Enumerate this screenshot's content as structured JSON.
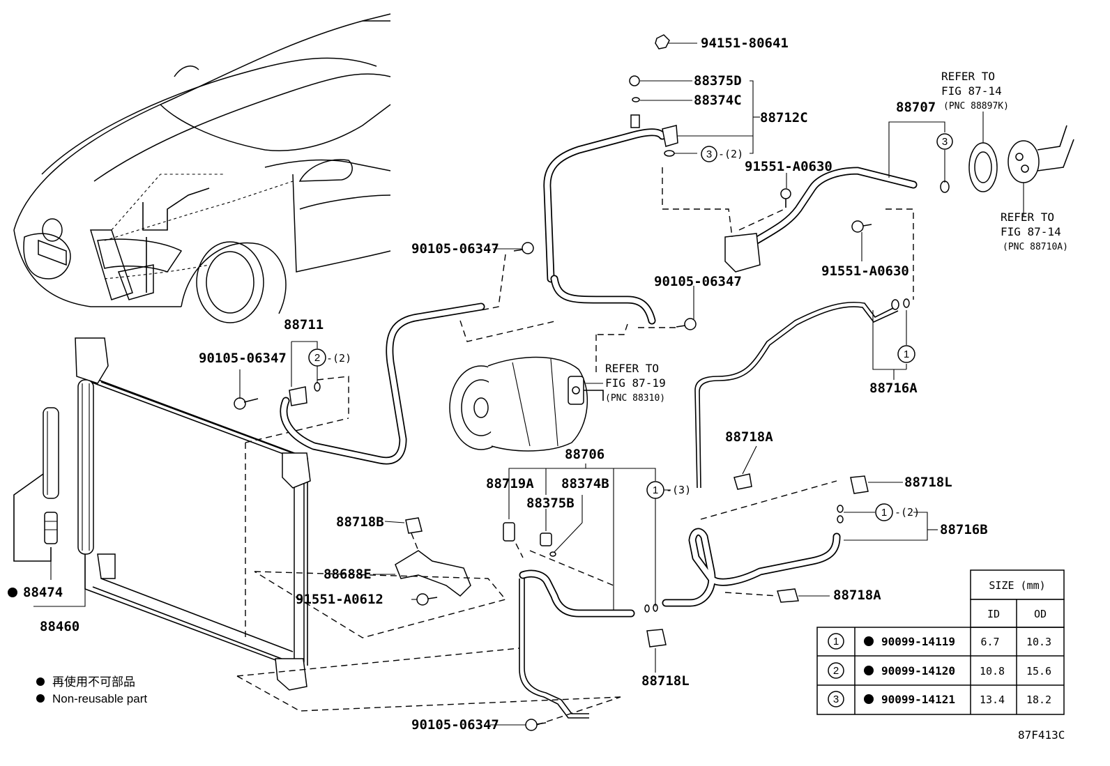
{
  "figure_code": "87F413C",
  "legend": {
    "marker": "●",
    "japanese": "再使用不可部品",
    "english": "Non-reusable part"
  },
  "callouts": {
    "p94151": "94151-80641",
    "p88375D": "88375D",
    "p88374C": "88374C",
    "p88712C": "88712C",
    "c3_count": "-(2)",
    "p91551_A0630_a": "91551-A0630",
    "p88707": "88707",
    "p91551_A0630_b": "91551-A0630",
    "p90105_a": "90105-06347",
    "p90105_b": "90105-06347",
    "p88711": "88711",
    "p90105_c": "90105-06347",
    "c2_count": "-(2)",
    "p88716A": "88716A",
    "p88706": "88706",
    "p88719A": "88719A",
    "p88374B": "88374B",
    "p88375B": "88375B",
    "c1_count_a": "-(3)",
    "p88718A_a": "88718A",
    "p88718L_a": "88718L",
    "c1_count_b": "-(2)",
    "p88716B": "88716B",
    "p88718B": "88718B",
    "p88688E": "88688E",
    "p91551_A0612": "91551-A0612",
    "p88718A_b": "88718A",
    "p88718L_b": "88718L",
    "p88474": "88474",
    "p88460": "88460",
    "p90105_d": "90105-06347"
  },
  "refers": {
    "r1": {
      "line1": "REFER TO",
      "line2": "FIG 87-14",
      "line3": "(PNC 88897K)"
    },
    "r2": {
      "line1": "REFER TO",
      "line2": "FIG 87-14",
      "line3": "(PNC 88710A)"
    },
    "r3": {
      "line1": "REFER TO",
      "line2": "FIG 87-19",
      "line3": "(PNC 88310)"
    }
  },
  "circle_labels": {
    "one": "1",
    "two": "2",
    "three": "3"
  },
  "size_table": {
    "header": "SIZE (mm)",
    "col_id": "ID",
    "col_od": "OD",
    "rows": [
      {
        "key": "1",
        "part": "90099-14119",
        "id": "6.7",
        "od": "10.3"
      },
      {
        "key": "2",
        "part": "90099-14120",
        "id": "10.8",
        "od": "15.6"
      },
      {
        "key": "3",
        "part": "90099-14121",
        "id": "13.4",
        "od": "18.2"
      }
    ]
  }
}
